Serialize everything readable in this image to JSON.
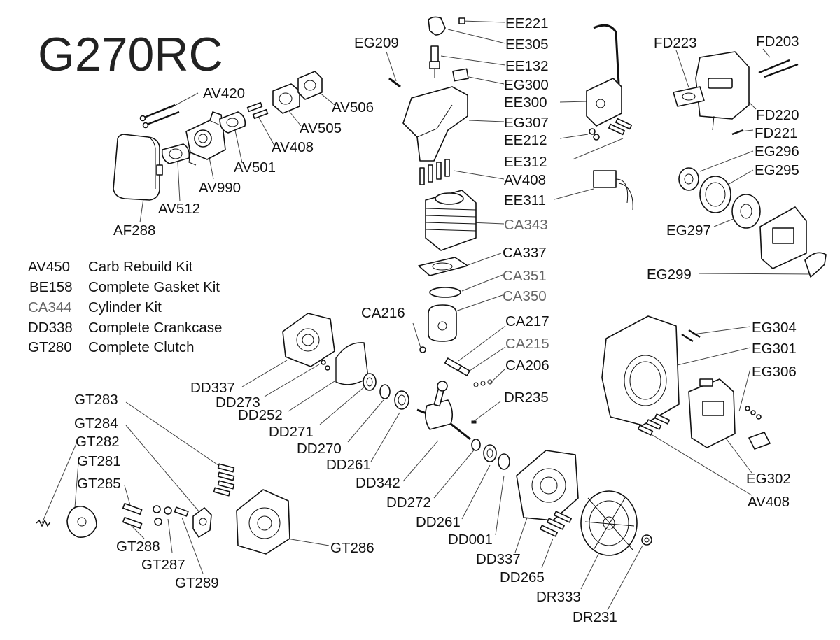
{
  "title": "G270RC",
  "kits": [
    {
      "code": "AV450",
      "desc": "Carb Rebuild Kit",
      "gray": false
    },
    {
      "code": "BE158",
      "desc": "Complete Gasket Kit",
      "gray": false
    },
    {
      "code": "CA344",
      "desc": "Cylinder Kit",
      "gray": true
    },
    {
      "code": "DD338",
      "desc": "Complete Crankcase",
      "gray": false
    },
    {
      "code": "GT280",
      "desc": "Complete Clutch",
      "gray": false
    }
  ],
  "callouts": {
    "EE221": "EE221",
    "EE305": "EE305",
    "EE132": "EE132",
    "EG300": "EG300",
    "EE300": "EE300",
    "EG307": "EG307",
    "EE212": "EE212",
    "EE312": "EE312",
    "AV408_top": "AV408",
    "EE311": "EE311",
    "CA343": "CA343",
    "CA337": "CA337",
    "CA351": "CA351",
    "CA350": "CA350",
    "CA216": "CA216",
    "CA217": "CA217",
    "CA215": "CA215",
    "CA206": "CA206",
    "DR235": "DR235",
    "EG209": "EG209",
    "AV420": "AV420",
    "AV506": "AV506",
    "AV505": "AV505",
    "AV408_left": "AV408",
    "AV501": "AV501",
    "AV990": "AV990",
    "AV512": "AV512",
    "AF288": "AF288",
    "FD223": "FD223",
    "FD203": "FD203",
    "FD220": "FD220",
    "FD221": "FD221",
    "EG296": "EG296",
    "EG295": "EG295",
    "EG297": "EG297",
    "EG299": "EG299",
    "EG304": "EG304",
    "EG301": "EG301",
    "EG306": "EG306",
    "EG302": "EG302",
    "AV408_right": "AV408",
    "DD337_left": "DD337",
    "DD273": "DD273",
    "DD252": "DD252",
    "DD271": "DD271",
    "DD270": "DD270",
    "DD261_left": "DD261",
    "DD342": "DD342",
    "DD272": "DD272",
    "DD261_right": "DD261",
    "DD001": "DD001",
    "DD337_right": "DD337",
    "DD265": "DD265",
    "DR333": "DR333",
    "DR231": "DR231",
    "GT283": "GT283",
    "GT284": "GT284",
    "GT282": "GT282",
    "GT281": "GT281",
    "GT285": "GT285",
    "GT288": "GT288",
    "GT287": "GT287",
    "GT289": "GT289",
    "GT286": "GT286"
  },
  "gray_codes": [
    "CA343",
    "CA351",
    "CA350",
    "CA215",
    "CA344"
  ]
}
